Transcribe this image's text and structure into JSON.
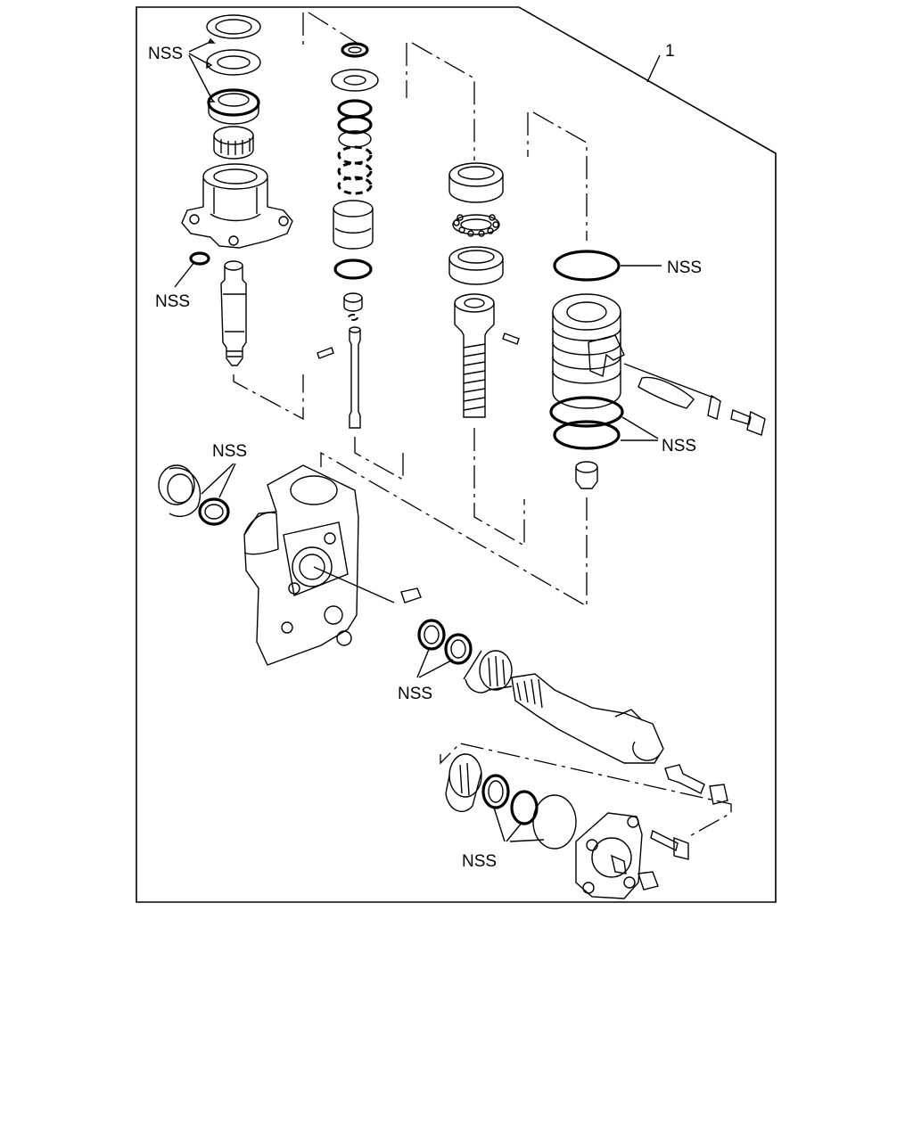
{
  "diagram": {
    "kit_callout": "1",
    "labels": {
      "nss_top_seals": "NSS",
      "nss_housing_oring": "NSS",
      "nss_piston_oring": "NSS",
      "nss_piston_rings": "NSS",
      "nss_sector_seals": "NSS",
      "nss_input_seals": "NSS",
      "nss_cover_seals": "NSS"
    }
  }
}
